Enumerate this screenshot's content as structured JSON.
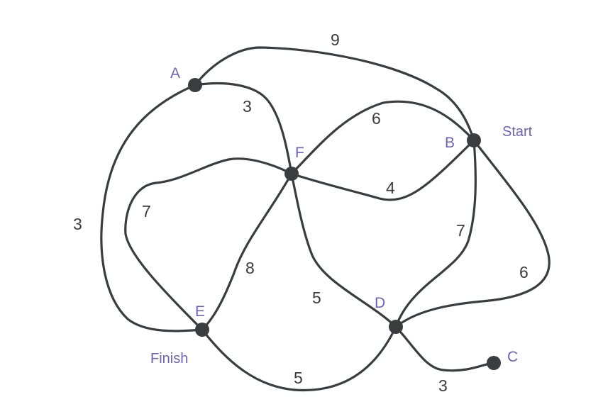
{
  "graph": {
    "nodes": [
      {
        "id": "A",
        "label": "A"
      },
      {
        "id": "F",
        "label": "F"
      },
      {
        "id": "B",
        "label": "B"
      },
      {
        "id": "E",
        "label": "E"
      },
      {
        "id": "D",
        "label": "D"
      },
      {
        "id": "C",
        "label": "C"
      }
    ],
    "annotations": {
      "start": "Start",
      "finish": "Finish"
    },
    "edges": [
      {
        "from": "A",
        "to": "B",
        "weight": "9"
      },
      {
        "from": "A",
        "to": "F",
        "weight": "3"
      },
      {
        "from": "A",
        "to": "E",
        "weight": "3"
      },
      {
        "from": "F",
        "to": "B",
        "weight": "6"
      },
      {
        "from": "F",
        "to": "B",
        "weight": "4"
      },
      {
        "from": "F",
        "to": "E",
        "weight": "7"
      },
      {
        "from": "F",
        "to": "E",
        "weight": "8"
      },
      {
        "from": "F",
        "to": "D",
        "weight": "5"
      },
      {
        "from": "B",
        "to": "D",
        "weight": "7"
      },
      {
        "from": "B",
        "to": "D",
        "weight": "6"
      },
      {
        "from": "E",
        "to": "D",
        "weight": "5"
      },
      {
        "from": "D",
        "to": "C",
        "weight": "3"
      }
    ],
    "colors": {
      "edge": "#3a3d40",
      "node": "#3a3d40",
      "node_label": "#6a65b8",
      "weight_label": "#3b3b3b"
    }
  }
}
